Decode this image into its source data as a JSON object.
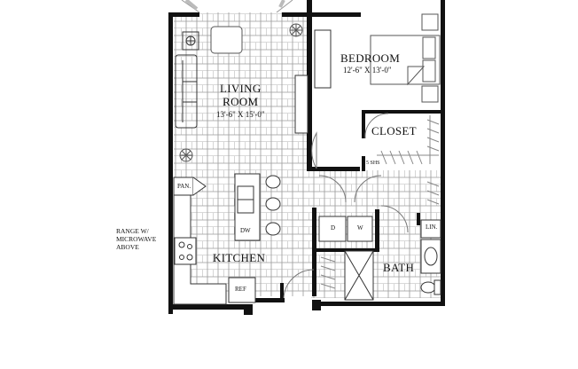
{
  "plan": {
    "rooms": [
      {
        "id": "living",
        "name_line1": "LIVING",
        "name_line2": "ROOM",
        "dims": "13'-6\" X 15'-0\""
      },
      {
        "id": "bedroom",
        "name": "BEDROOM",
        "dims": "12'-6\" X 13'-0\""
      },
      {
        "id": "closet",
        "name": "CLOSET"
      },
      {
        "id": "kitchen",
        "name": "KITCHEN"
      },
      {
        "id": "bath",
        "name": "BATH"
      }
    ],
    "fixtures": {
      "pantry": "PAN.",
      "dishwasher": "DW",
      "refrigerator": "REF",
      "dryer": "D",
      "washer": "W",
      "linen": "LIN.",
      "shelves": "5 SHS"
    },
    "notes": {
      "range_line1": "RANGE W/",
      "range_line2": "MICROWAVE",
      "range_line3": "ABOVE"
    },
    "colors": {
      "wall": "#111111",
      "tile": "#9a9a9a",
      "background": "#ffffff"
    }
  }
}
